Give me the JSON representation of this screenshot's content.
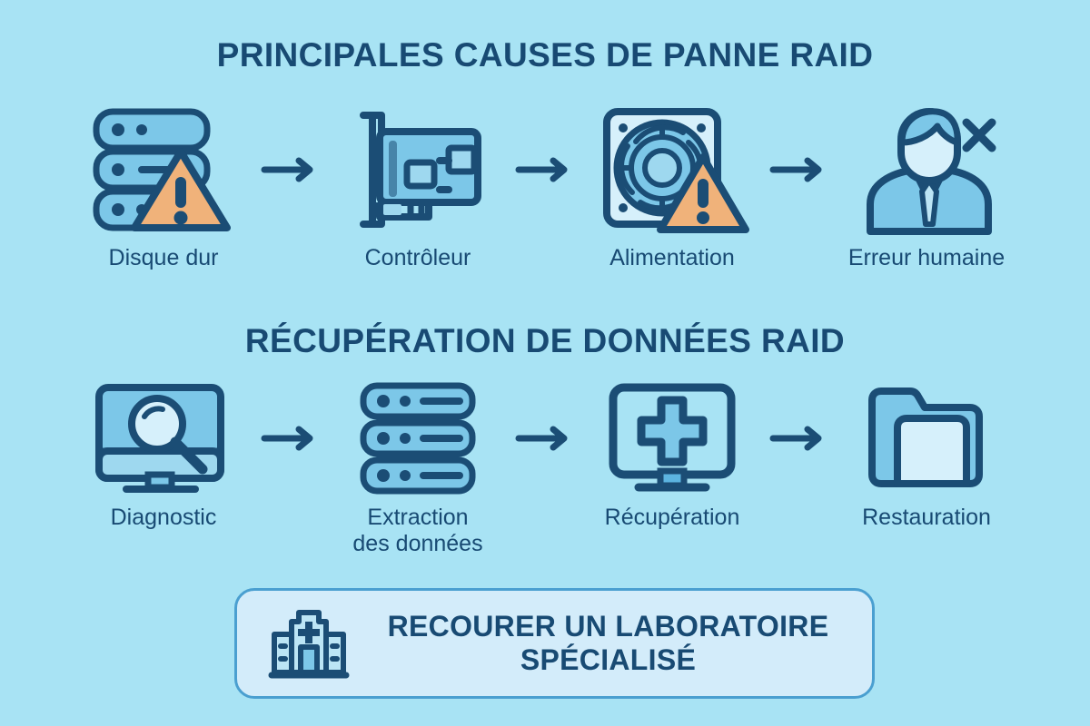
{
  "colors": {
    "background": "#a8e3f4",
    "stroke_dark": "#1b4d75",
    "fill_mid": "#7cc7e8",
    "fill_light": "#bce5f5",
    "fill_pale": "#d6f0fb",
    "warning_orange": "#f0b27a",
    "banner_fill": "#d3ecfa",
    "banner_border": "#4a9fd0",
    "title_text": "#184a73"
  },
  "sections": [
    {
      "title": "PRINCIPALES CAUSES DE PANNE RAID",
      "steps": [
        {
          "label": "Disque dur",
          "icon": "hard-disk-warning-icon"
        },
        {
          "label": "Contrôleur",
          "icon": "raid-controller-card-icon"
        },
        {
          "label": "Alimentation",
          "icon": "power-supply-fan-warning-icon"
        },
        {
          "label": "Erreur humaine",
          "icon": "person-error-icon"
        }
      ],
      "connectors": [
        "arrow-right-icon",
        "arrow-right-icon",
        "arrow-right-icon"
      ]
    },
    {
      "title": "RÉCUPÉRATION DE DONNÉES RAID",
      "steps": [
        {
          "label": "Diagnostic",
          "icon": "monitor-magnifier-icon"
        },
        {
          "label": "Extraction\ndes données",
          "icon": "server-stack-icon"
        },
        {
          "label": "Récupération",
          "icon": "monitor-plus-icon"
        },
        {
          "label": "Restauration",
          "icon": "folder-icon"
        }
      ],
      "connectors": [
        "arrow-right-icon",
        "arrow-right-icon",
        "arrow-right-icon"
      ]
    }
  ],
  "banner": {
    "text": "RECOURER UN LABORATOIRE\nSPÉCIALISÉ",
    "icon": "lab-building-icon"
  }
}
